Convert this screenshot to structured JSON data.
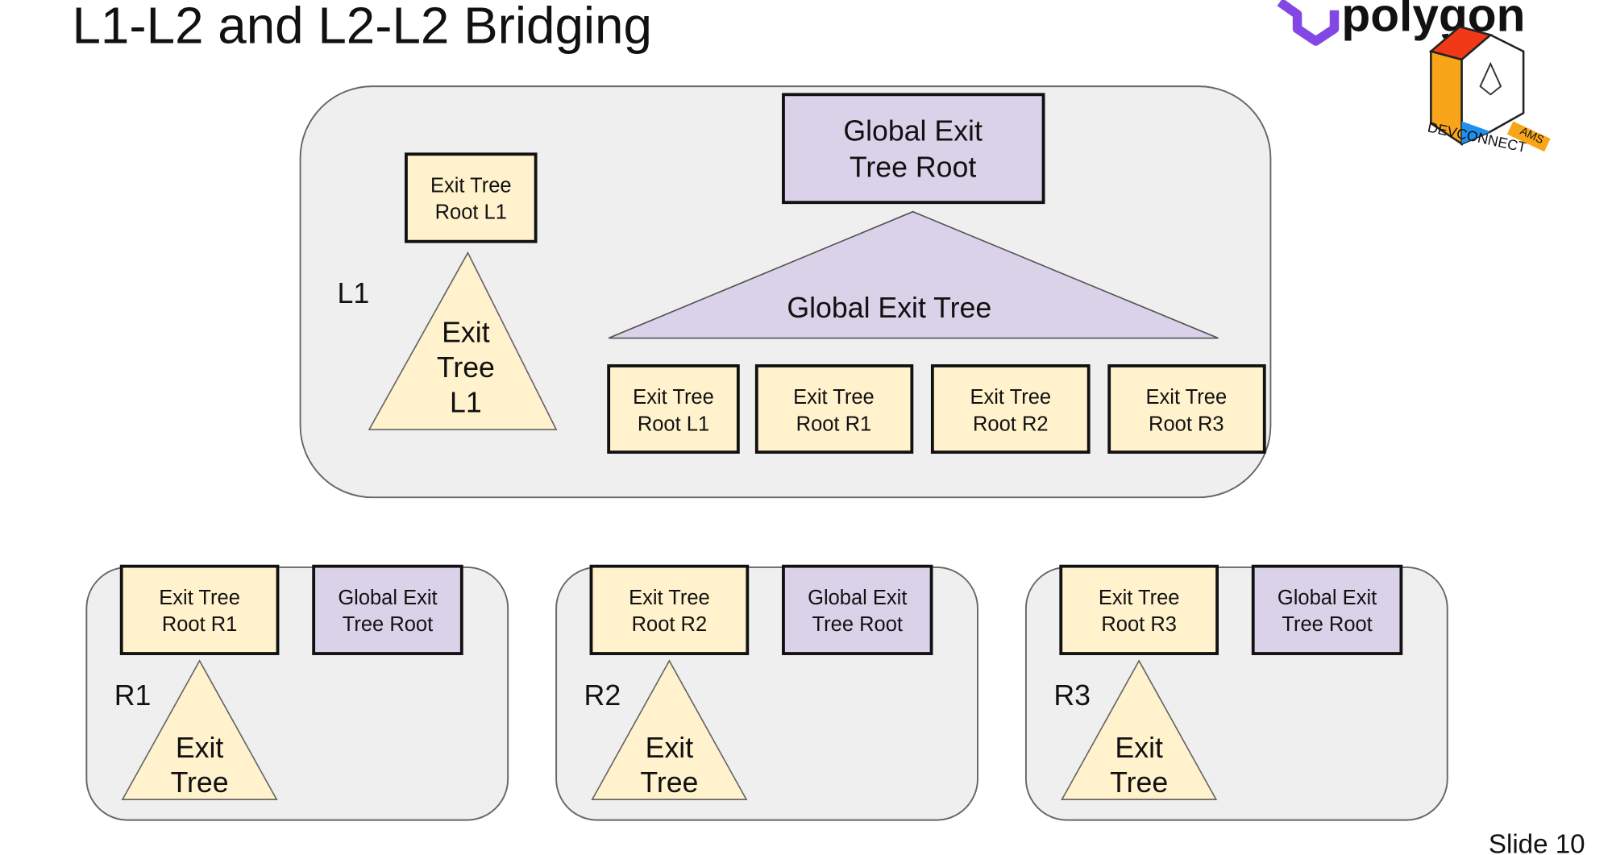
{
  "title": "L1-L2 and L2-L2 Bridging",
  "slide_number": "Slide 10",
  "logos": {
    "polygon": "polygon",
    "devconnect": "DEVCONNECT",
    "devconnect_tag": "AMS"
  },
  "colors": {
    "panel": "#efefef",
    "exit_tree": "#fff2cc",
    "global_exit": "#d9d2e9"
  },
  "l1": {
    "label": "L1",
    "exit_tree_root": [
      "Exit Tree",
      "Root L1"
    ],
    "exit_tree": [
      "Exit",
      "Tree",
      "L1"
    ],
    "global_exit_tree_root": [
      "Global Exit",
      "Tree Root"
    ],
    "global_exit_tree": "Global Exit Tree",
    "leaves": [
      [
        "Exit Tree",
        "Root L1"
      ],
      [
        "Exit Tree",
        "Root R1"
      ],
      [
        "Exit Tree",
        "Root R2"
      ],
      [
        "Exit Tree",
        "Root R3"
      ]
    ]
  },
  "rollups": [
    {
      "label": "R1",
      "exit_tree_root": [
        "Exit Tree",
        "Root R1"
      ],
      "global_exit_tree_root": [
        "Global Exit",
        "Tree Root"
      ],
      "exit_tree": [
        "Exit",
        "Tree"
      ]
    },
    {
      "label": "R2",
      "exit_tree_root": [
        "Exit Tree",
        "Root R2"
      ],
      "global_exit_tree_root": [
        "Global Exit",
        "Tree Root"
      ],
      "exit_tree": [
        "Exit",
        "Tree"
      ]
    },
    {
      "label": "R3",
      "exit_tree_root": [
        "Exit Tree",
        "Root R3"
      ],
      "global_exit_tree_root": [
        "Global Exit",
        "Tree Root"
      ],
      "exit_tree": [
        "Exit",
        "Tree"
      ]
    }
  ]
}
